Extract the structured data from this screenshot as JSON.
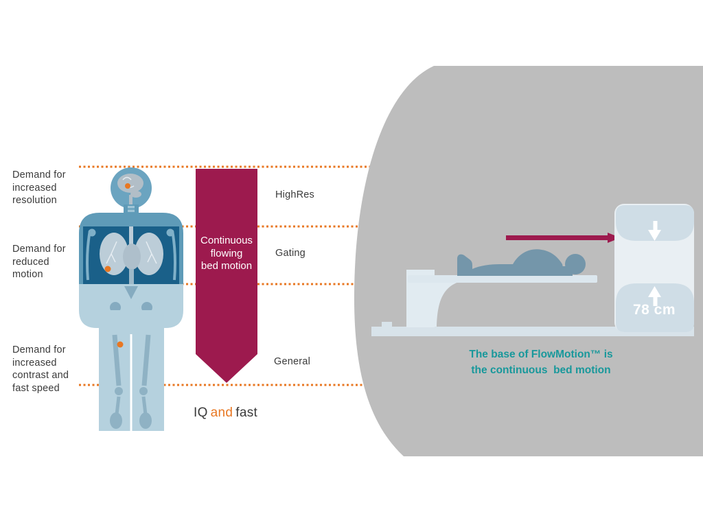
{
  "slide": {
    "left": {
      "demands": [
        {
          "lines": [
            "Demand for",
            "increased",
            "resolution"
          ]
        },
        {
          "lines": [
            "Demand for",
            "reduced",
            "motion"
          ]
        },
        {
          "lines": [
            "Demand for",
            "increased",
            "contrast and",
            "fast speed"
          ]
        }
      ],
      "banner": {
        "lines": [
          "Continuous",
          "flowing",
          "bed motion"
        ]
      },
      "modes": [
        {
          "label": "HighRes"
        },
        {
          "label": "Gating"
        },
        {
          "label": "General"
        }
      ],
      "tagline": {
        "iq": "IQ",
        "conj": "and",
        "fast": "fast"
      }
    },
    "right": {
      "measurement": "78 cm",
      "caption_lines": [
        "The base of FlowMotion™ is",
        "the continuous  bed motion"
      ]
    },
    "colors": {
      "accent_orange": "#e87722",
      "accent_maroon": "#9d1a4e",
      "accent_teal": "#18989b",
      "backdrop_gray": "#bdbdbd",
      "body_dark_blue": "#1a6089",
      "body_medium_blue": "#5f9bb8",
      "body_light_blue": "#b5d1de",
      "patient_silhouette_blue": "#7496aa"
    }
  }
}
